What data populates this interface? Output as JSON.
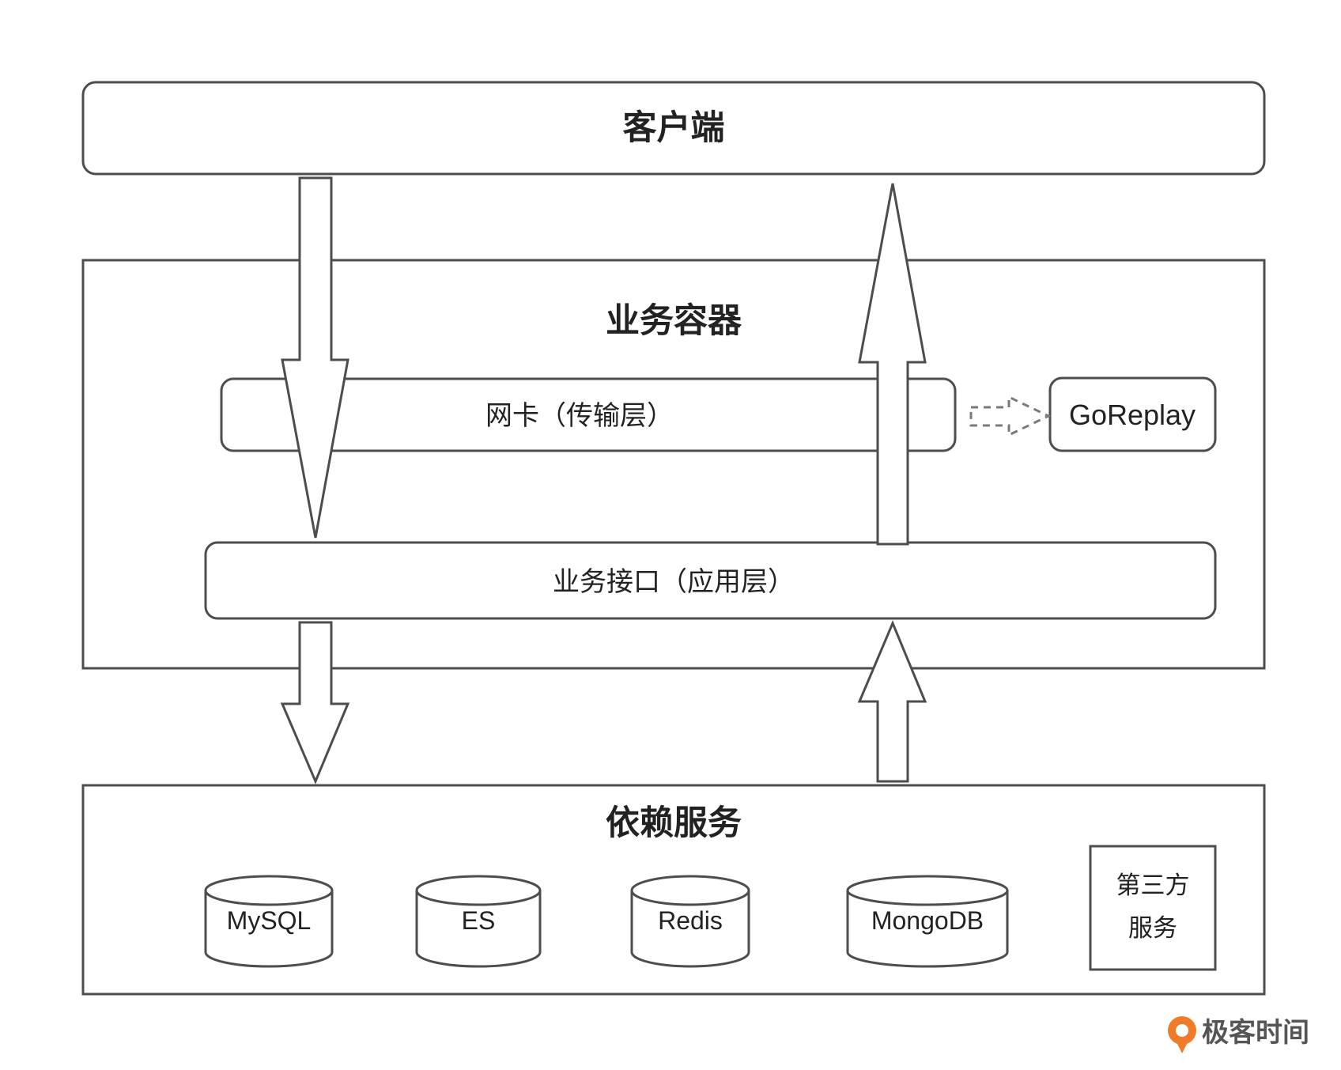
{
  "diagram": {
    "client": {
      "label": "客户端"
    },
    "container": {
      "label": "业务容器",
      "nic_layer": {
        "label": "网卡（传输层）"
      },
      "api_layer": {
        "label": "业务接口（应用层）"
      },
      "goreplay": {
        "label": "GoReplay"
      }
    },
    "dependencies": {
      "label": "依赖服务",
      "databases": [
        {
          "label": "MySQL"
        },
        {
          "label": "ES"
        },
        {
          "label": "Redis"
        },
        {
          "label": "MongoDB"
        }
      ],
      "third_party": {
        "line1": "第三方",
        "line2": "服务"
      }
    }
  },
  "watermark": {
    "label": "极客时间"
  },
  "colors": {
    "stroke": "#4d4d4d",
    "text": "#222222",
    "logo_orange": "#f07b29",
    "logo_text": "#555555"
  }
}
